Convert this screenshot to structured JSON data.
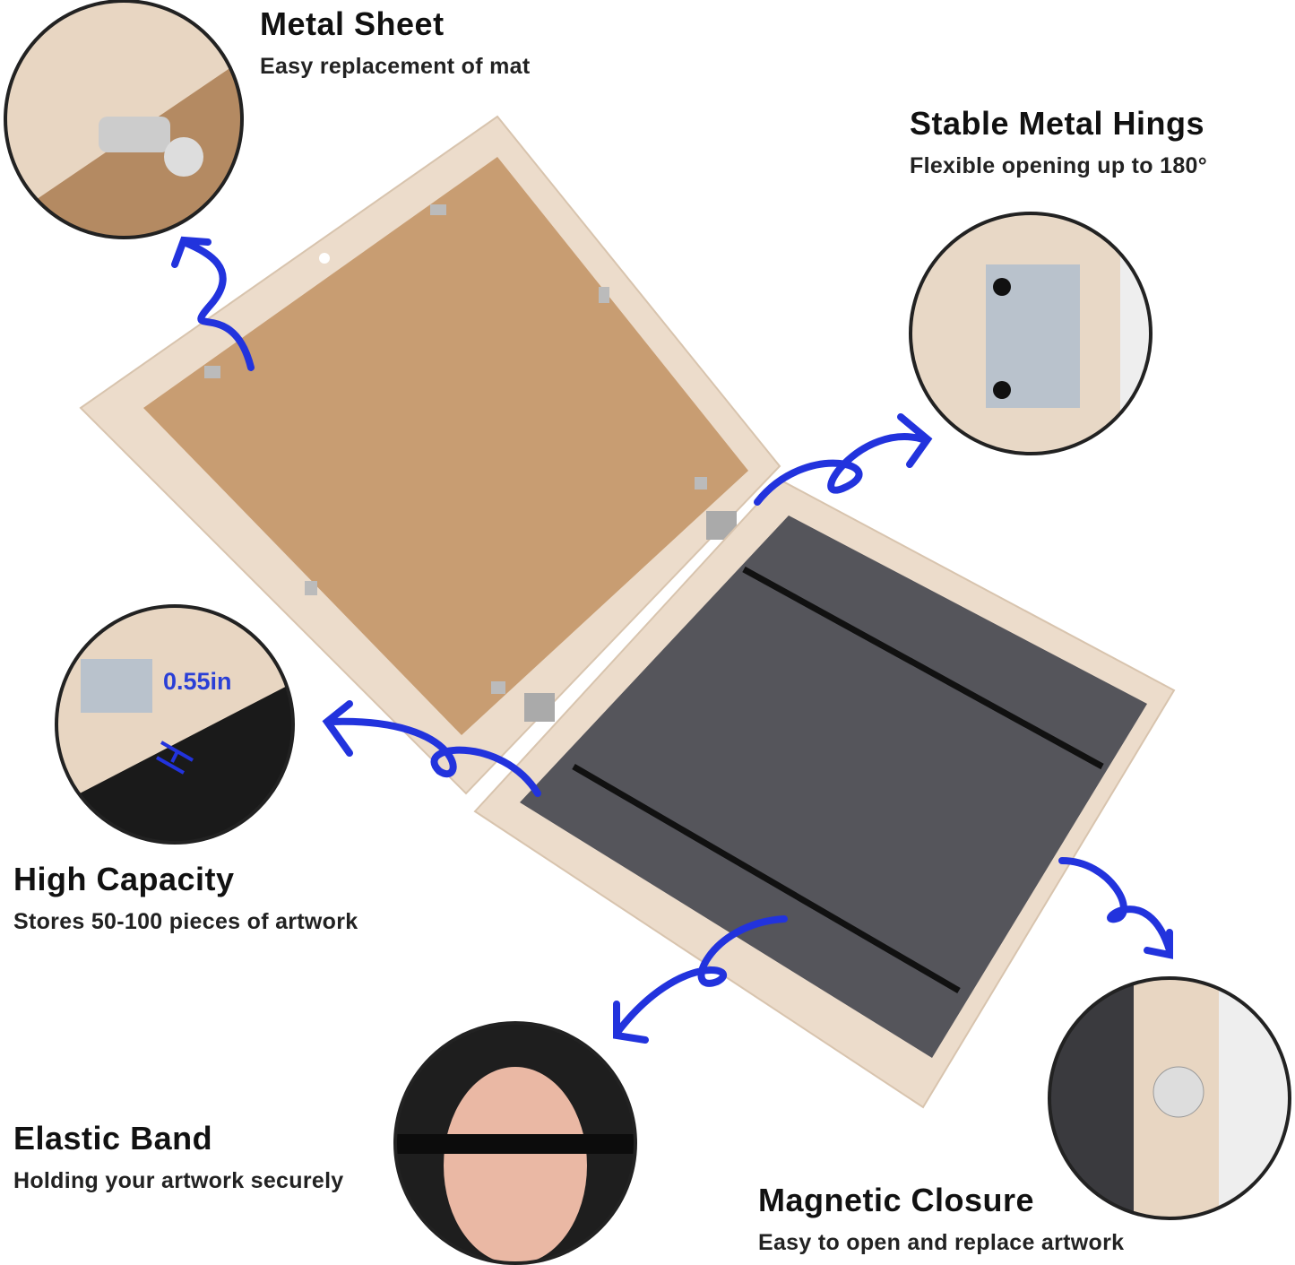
{
  "features": [
    {
      "title": "Metal Sheet",
      "subtitle": "Easy replacement of mat"
    },
    {
      "title": "Stable Metal Hings",
      "subtitle": "Flexible opening up to 180°"
    },
    {
      "title": "High Capacity",
      "subtitle": "Stores 50-100 pieces of artwork"
    },
    {
      "title": "Elastic Band",
      "subtitle": "Holding your artwork securely"
    },
    {
      "title": "Magnetic Closure",
      "subtitle": "Easy to open and replace artwork"
    }
  ],
  "dimension_label": "0.55in",
  "colors": {
    "arrow": "#2233dd",
    "wood": "#ecdccb",
    "cardboard": "#c89d72",
    "tray": "#55555b"
  }
}
